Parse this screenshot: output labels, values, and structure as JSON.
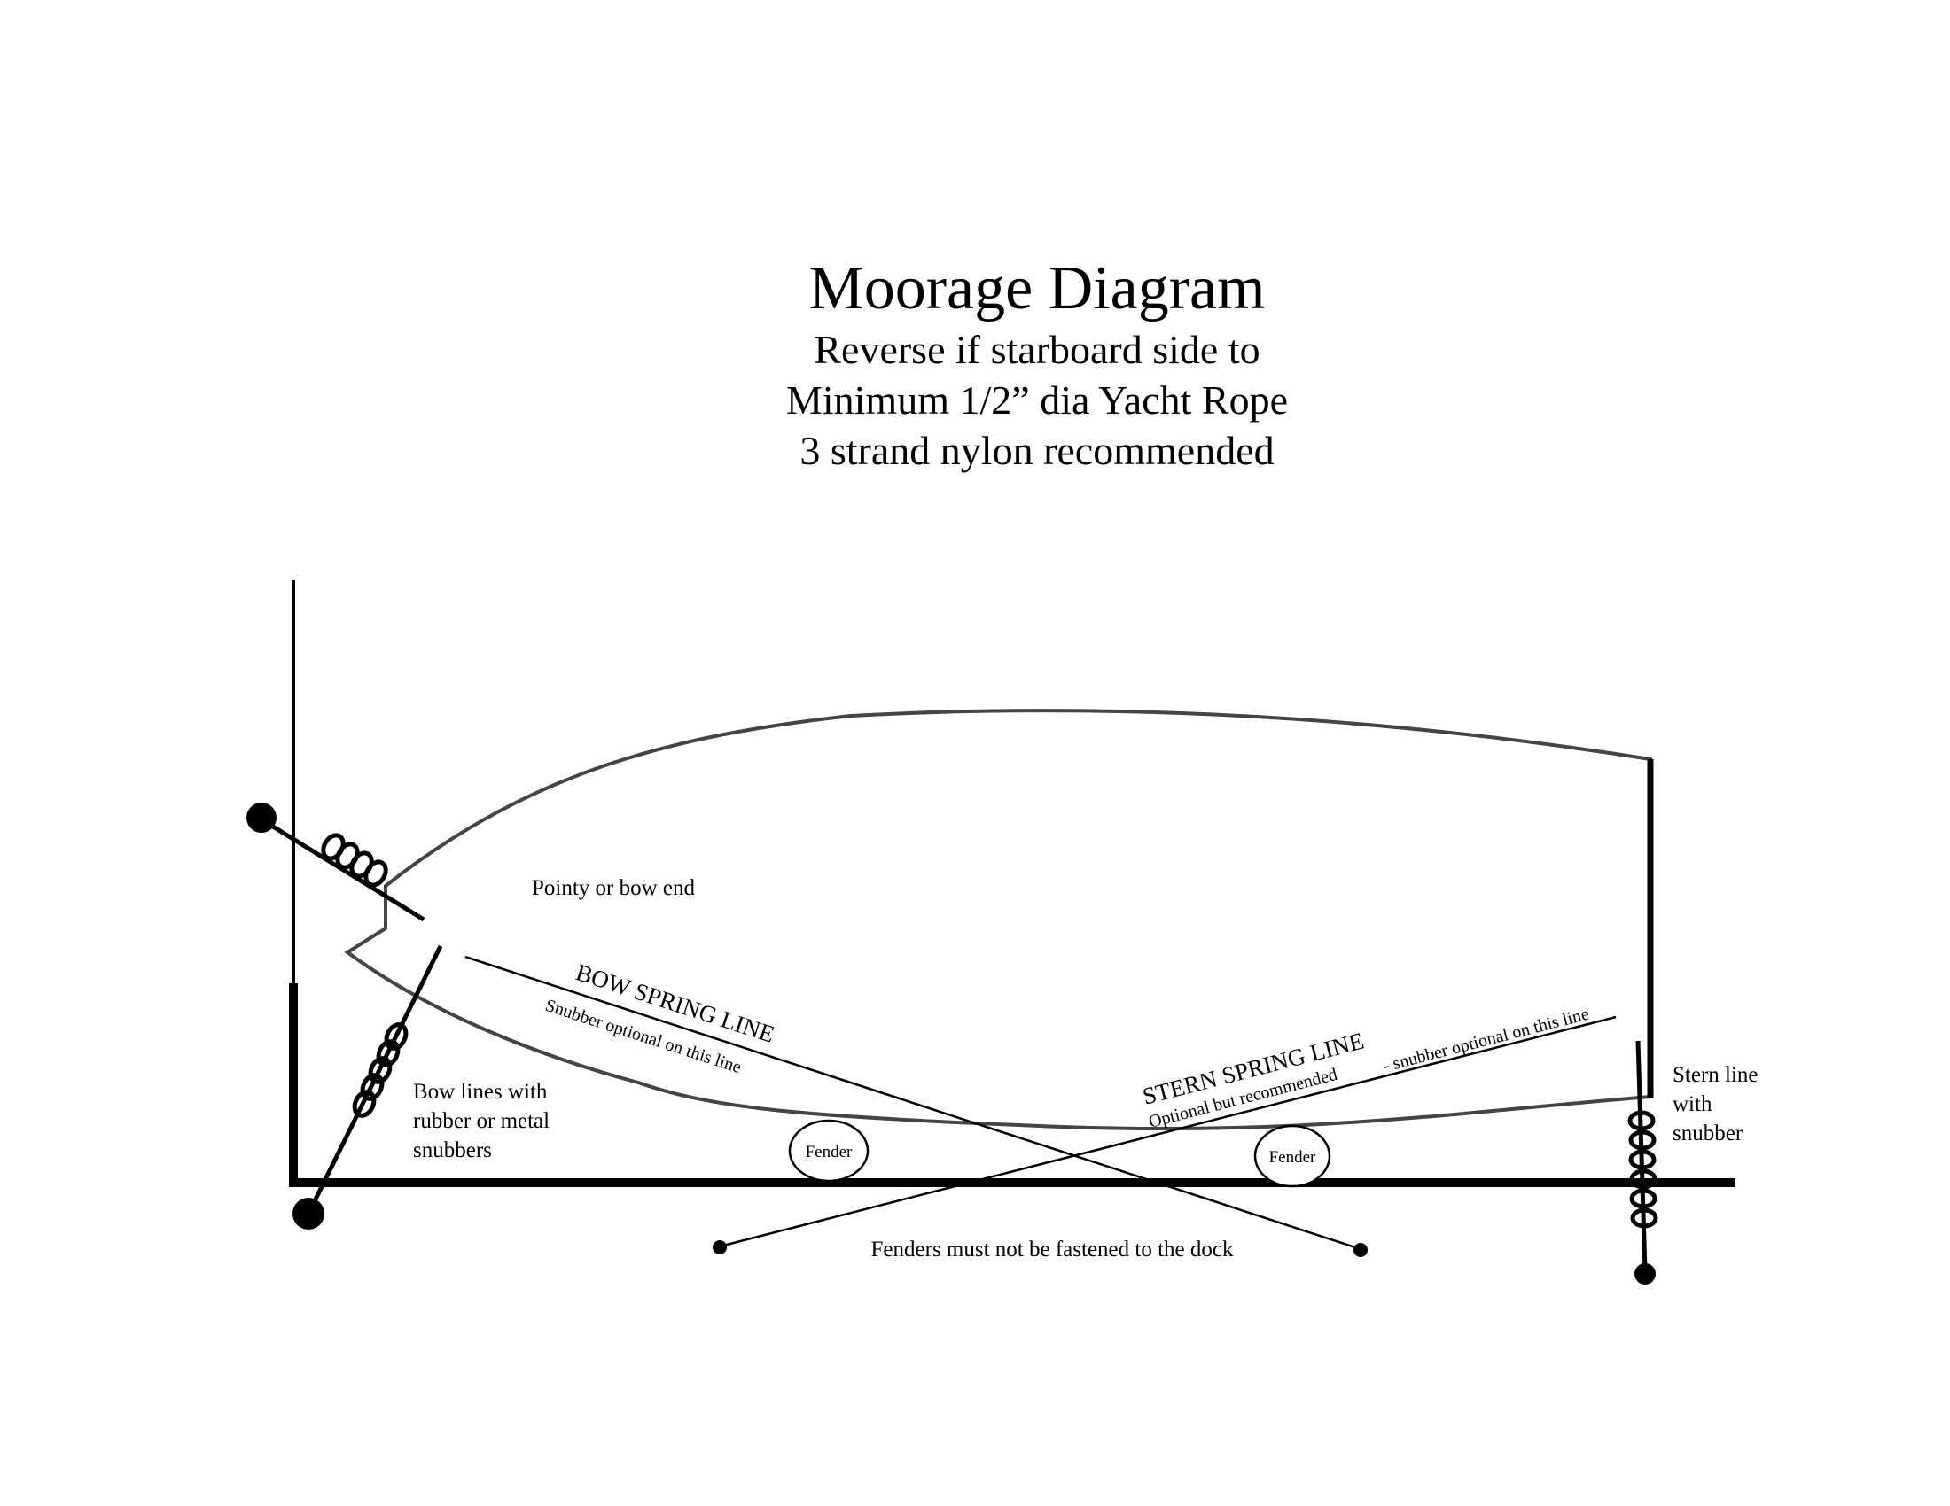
{
  "title": "Moorage Diagram",
  "subtitle_lines": [
    "Reverse if starboard side to",
    "Minimum 1/2” dia Yacht Rope",
    "3 strand nylon recommended"
  ],
  "labels": {
    "bow_end": "Pointy or bow end",
    "bow_spring": "BOW SPRING LINE",
    "bow_spring_note": "Snubber optional on this line",
    "stern_spring": "STERN SPRING LINE",
    "stern_spring_note": "Optional but recommended",
    "stern_spring_snubber": "- snubber optional on this line",
    "bow_lines": [
      "Bow lines with",
      "rubber or metal",
      "snubbers"
    ],
    "stern_line": [
      "Stern line",
      "with",
      "snubber"
    ],
    "fender": "Fender",
    "fender_warning": "Fenders must not be fastened to the dock"
  }
}
